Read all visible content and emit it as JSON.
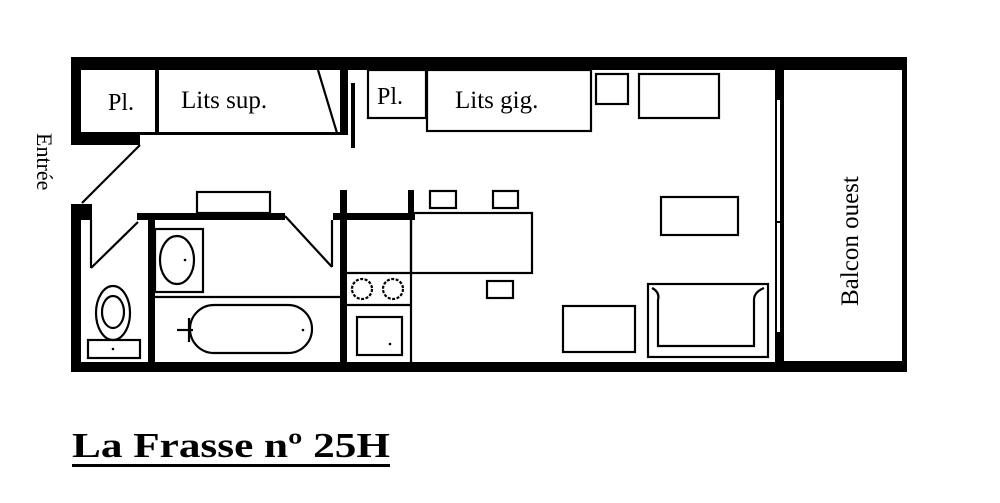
{
  "plan": {
    "title": "La Frasse nº 25H",
    "entrance_label": "Entrée",
    "balcony_label": "Balcon ouest",
    "closet_1_label": "Pl.",
    "extra_beds_label": "Lits sup.",
    "closet_2_label": "Pl.",
    "pull_down_beds_label": "Lits gig."
  },
  "colors": {
    "ink": "#000000",
    "background": "#ffffff"
  }
}
